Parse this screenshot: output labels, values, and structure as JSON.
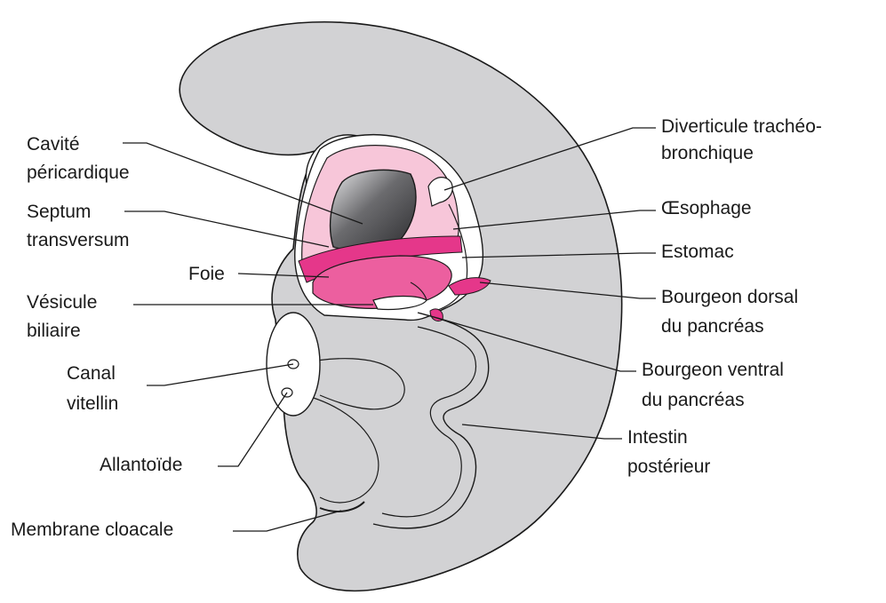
{
  "labels": {
    "cavite_1": "Cavité",
    "cavite_2": "péricardique",
    "septum_1": "Septum",
    "septum_2": "transversum",
    "foie": "Foie",
    "vesicule_1": "Vésicule",
    "vesicule_2": "biliaire",
    "canal_1": "Canal",
    "canal_2": "vitellin",
    "allantoide": "Allantoïde",
    "membrane": "Membrane cloacale",
    "diverticule_1": "Diverticule trachéo-",
    "diverticule_2": "bronchique",
    "oesophage": "Œsophage",
    "estomac": "Estomac",
    "bourgeon_dorsal_1": "Bourgeon dorsal",
    "bourgeon_dorsal_2": "du pancréas",
    "bourgeon_ventral_1": "Bourgeon ventral",
    "bourgeon_ventral_2": "du pancréas",
    "intestin_1": "Intestin",
    "intestin_2": "postérieur"
  },
  "colors": {
    "body": "#d2d2d4",
    "outline": "#1a1a1a",
    "light_pink": "#f7c6d9",
    "magenta": "#e5378a",
    "liver_pink": "#ec5f9f",
    "cavity_dark": "#3c3c3e",
    "white": "#ffffff"
  }
}
